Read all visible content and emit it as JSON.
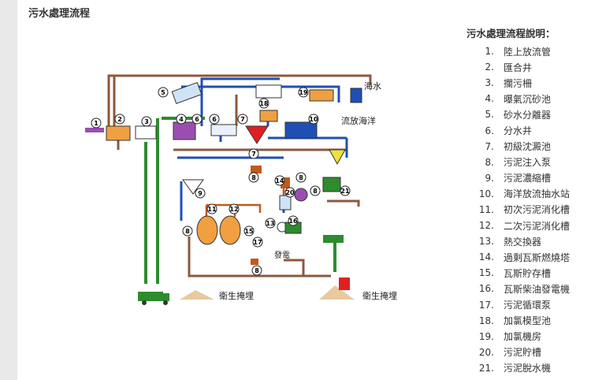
{
  "page": {
    "title": "污水處理流程"
  },
  "legend": {
    "title": "污水處理流程說明：",
    "items": [
      {
        "num": "1.",
        "label": "陸上放流管"
      },
      {
        "num": "2.",
        "label": "匯合井"
      },
      {
        "num": "3.",
        "label": "攔污柵"
      },
      {
        "num": "4.",
        "label": "曝氣沉砂池"
      },
      {
        "num": "5.",
        "label": "砂水分離器"
      },
      {
        "num": "6.",
        "label": "分水井"
      },
      {
        "num": "7.",
        "label": "初級沈澱池"
      },
      {
        "num": "8.",
        "label": "污泥注入泵"
      },
      {
        "num": "9.",
        "label": "污泥濃縮槽"
      },
      {
        "num": "10.",
        "label": "海洋放流抽水站"
      },
      {
        "num": "11.",
        "label": "初次污泥消化槽"
      },
      {
        "num": "12.",
        "label": "二次污泥消化槽"
      },
      {
        "num": "13.",
        "label": "熱交換器"
      },
      {
        "num": "14.",
        "label": "過剩瓦斯燃燒塔"
      },
      {
        "num": "15.",
        "label": "瓦斯貯存槽"
      },
      {
        "num": "16.",
        "label": "瓦斯柴油發電機"
      },
      {
        "num": "17.",
        "label": "污泥循環泵"
      },
      {
        "num": "18.",
        "label": "加氯模型池"
      },
      {
        "num": "19.",
        "label": "加氯機房"
      },
      {
        "num": "20.",
        "label": "污泥貯槽"
      },
      {
        "num": "21.",
        "label": "污泥脫水機"
      }
    ]
  },
  "diagram": {
    "labels": {
      "seawater": "海水",
      "ocean_outfall": "流放海洋",
      "power": "發電",
      "landfill_left": "衛生掩埋",
      "landfill_right": "衛生掩埋"
    },
    "markers": [
      "1",
      "2",
      "3",
      "4",
      "5",
      "6",
      "7",
      "6",
      "7",
      "8",
      "9",
      "8",
      "8",
      "11",
      "12",
      "13",
      "14",
      "15",
      "16",
      "17",
      "18",
      "19",
      "10",
      "8",
      "20",
      "21",
      "8"
    ],
    "colors": {
      "sewage_line": "#8b5a3c",
      "water_line": "#1f4fb5",
      "sludge_line": "#2e8b2e",
      "gas_line": "#c05a1a",
      "tank_orange": "#f0a040",
      "tank_red": "#e02020",
      "tank_purple": "#9a4fb0",
      "truck_green": "#2e8b2e",
      "ground_brown": "#e8c9a0"
    }
  }
}
